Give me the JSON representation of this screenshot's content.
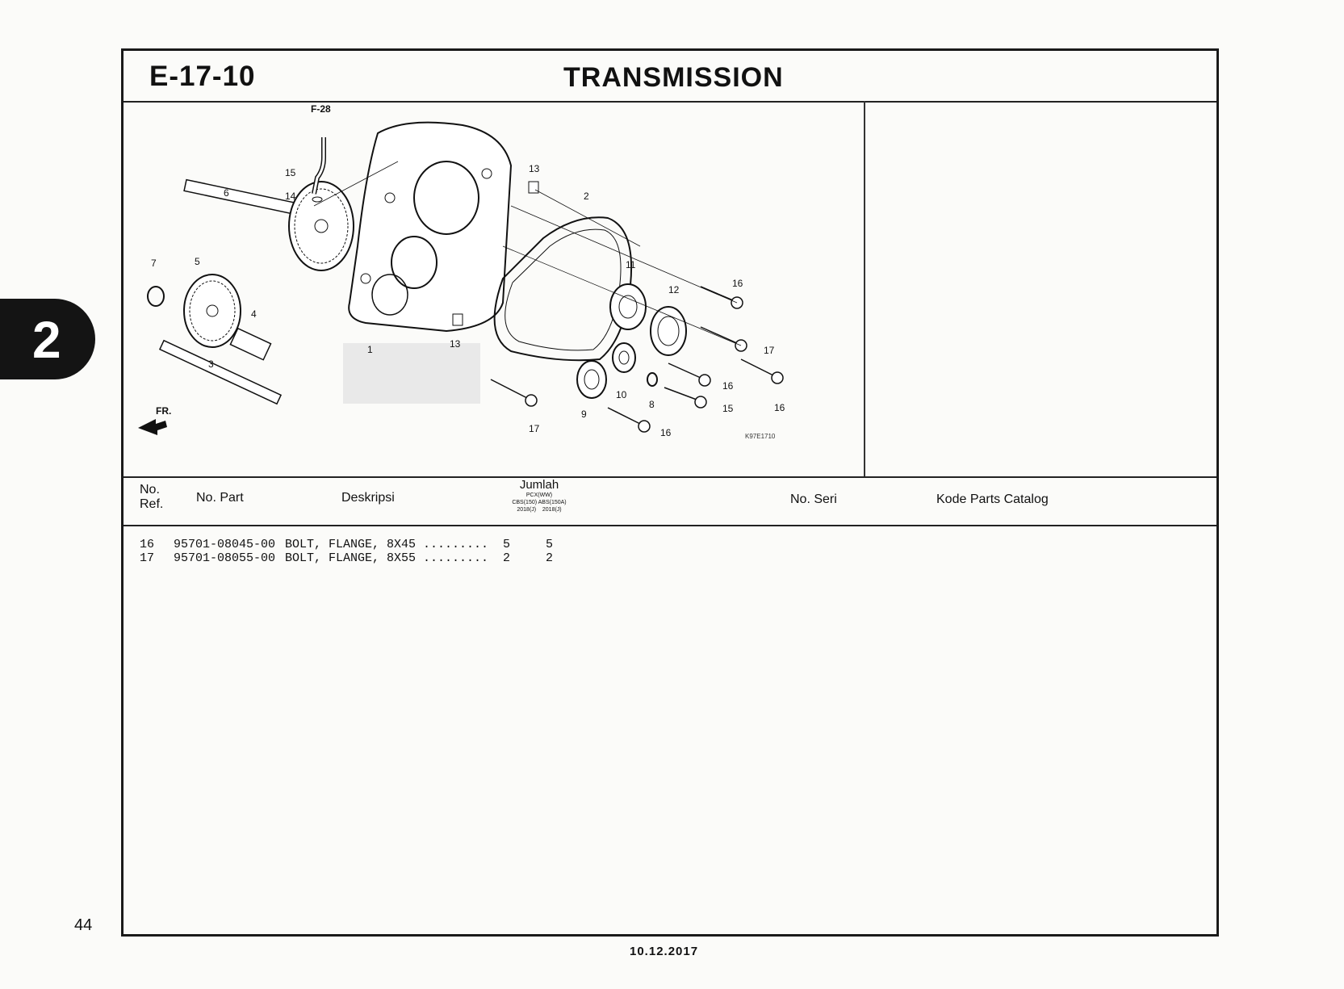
{
  "header": {
    "code": "E-17-10",
    "title": "TRANSMISSION"
  },
  "tab": {
    "label": "2"
  },
  "diagram": {
    "ref_link": "F-28",
    "image_code": "K97E1710",
    "front_label": "FR.",
    "callouts": [
      "1",
      "2",
      "3",
      "4",
      "5",
      "6",
      "7",
      "8",
      "9",
      "10",
      "11",
      "12",
      "13",
      "13",
      "14",
      "15",
      "15",
      "16",
      "16",
      "16",
      "16",
      "17",
      "17"
    ]
  },
  "columns": {
    "ref": "No.\nRef.",
    "part_no": "No. Part",
    "description": "Deskripsi",
    "quantity": "Jumlah",
    "model": "PCX(WW)",
    "variant_a": "CBS(150)",
    "variant_b": "ABS(150A)",
    "year_a": "2018(J)",
    "year_b": "2018(J)",
    "serial": "No. Seri",
    "catalog_code": "Kode Parts Catalog"
  },
  "parts": [
    {
      "ref": "16",
      "part_no": "95701-08045-00",
      "description": "BOLT, FLANGE, 8X45 .........",
      "qty_a": "5",
      "qty_b": "5"
    },
    {
      "ref": "17",
      "part_no": "95701-08055-00",
      "description": "BOLT, FLANGE, 8X55 .........",
      "qty_a": "2",
      "qty_b": "2"
    }
  ],
  "page_number": "44",
  "date": "10.12.2017"
}
